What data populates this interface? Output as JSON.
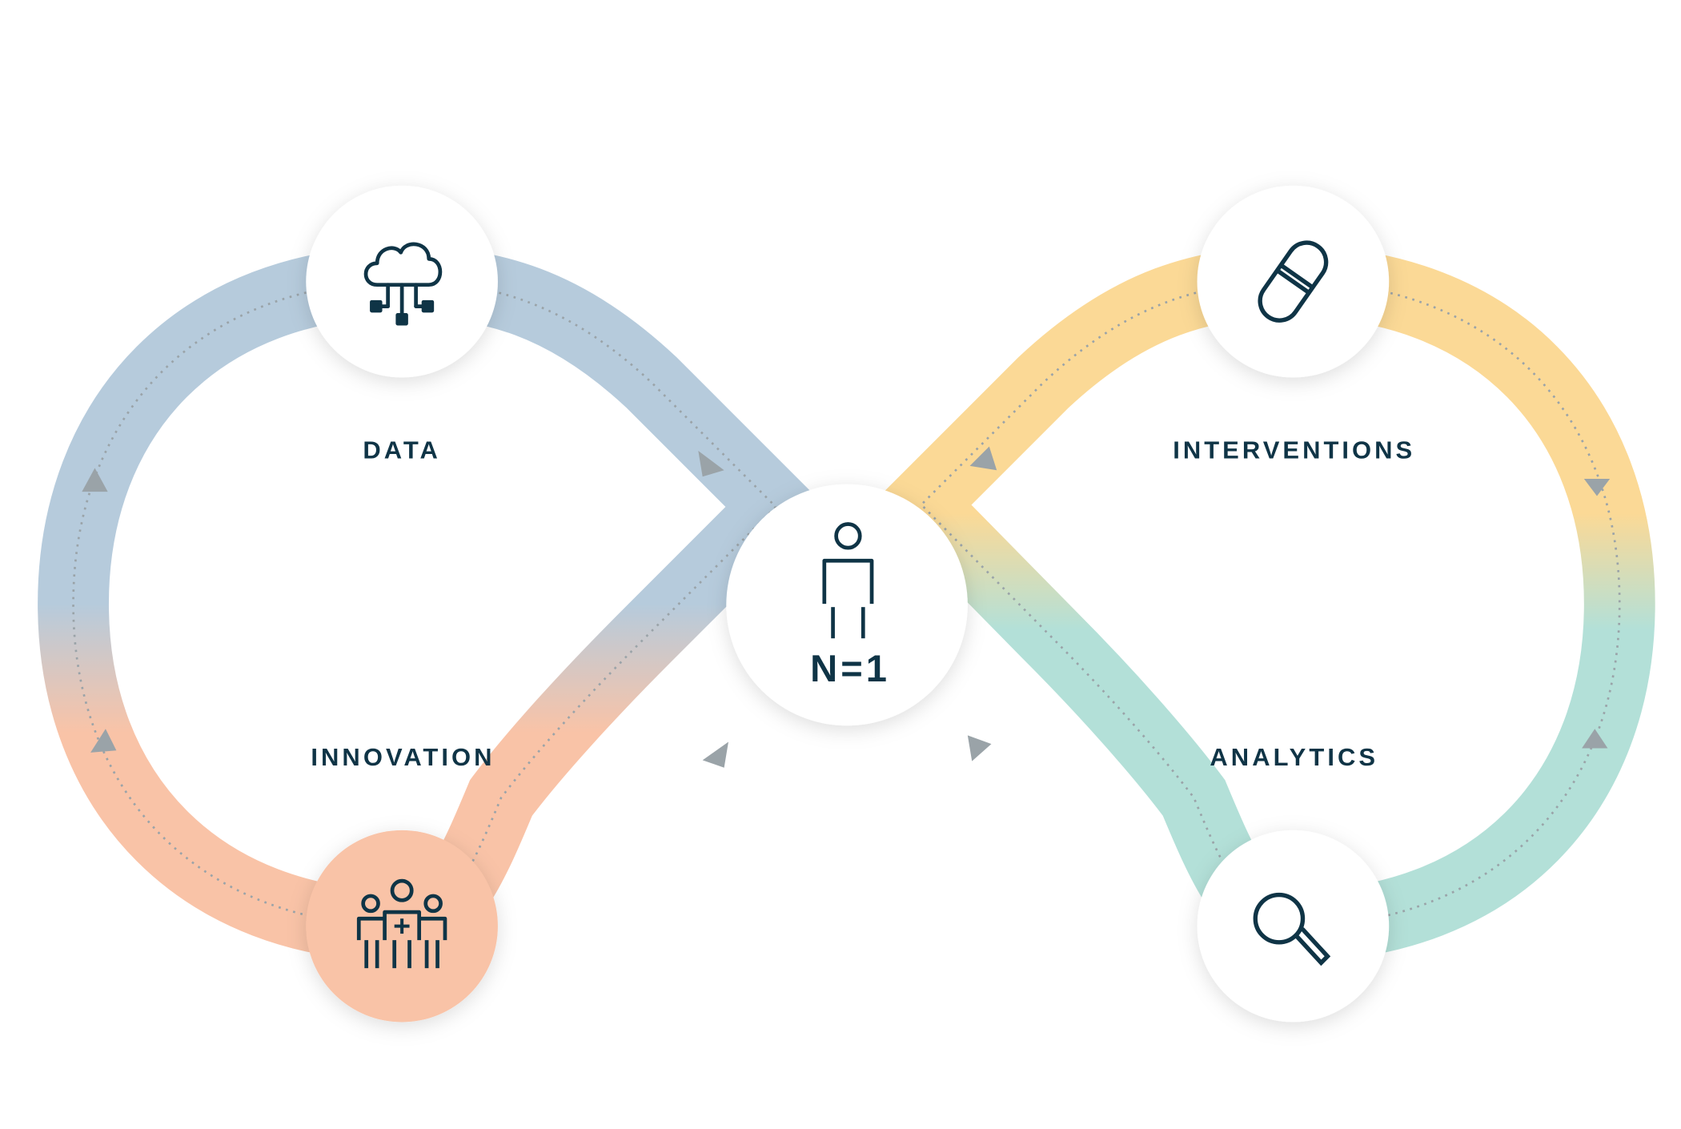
{
  "labels": {
    "data": "DATA",
    "interventions": "INTERVENTIONS",
    "innovation": "INNOVATION",
    "analytics": "ANALYTICS",
    "center": "N=1"
  },
  "nodes": {
    "data": {
      "icon": "cloud-network-icon"
    },
    "interventions": {
      "icon": "pill-capsule-icon"
    },
    "innovation": {
      "icon": "medical-team-icon"
    },
    "analytics": {
      "icon": "magnifying-glass-icon"
    },
    "center": {
      "icon": "person-icon"
    }
  },
  "colors": {
    "text": "#0f3446",
    "data_blue": "#b6cbdc",
    "interventions_yellow": "#fbd996",
    "innovation_salmon": "#f9c3a7",
    "analytics_teal": "#b3e0d8",
    "arrow_gray": "#9aa3a8",
    "node_fill": "#ffffff",
    "innovation_node_fill": "#f9c3a7"
  }
}
